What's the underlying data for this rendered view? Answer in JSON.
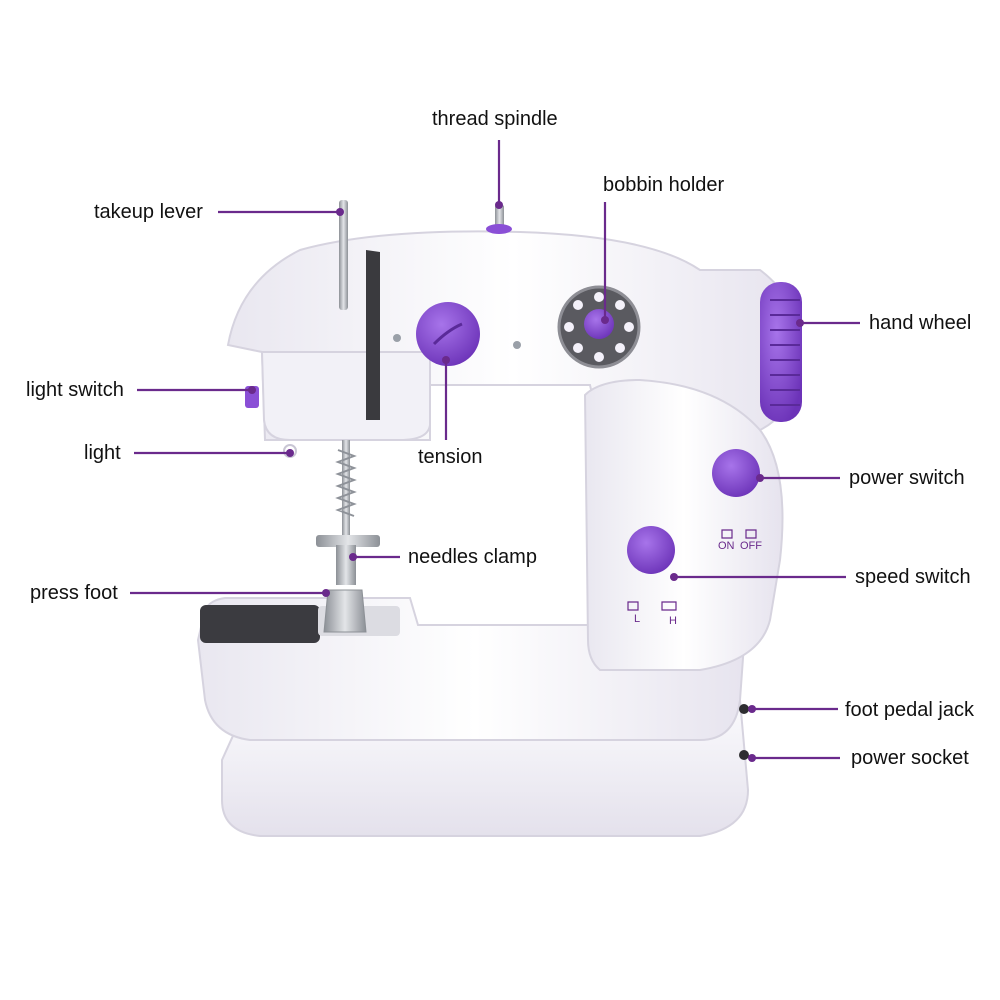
{
  "accent_color": "#6a2a8c",
  "machine_colors": {
    "body": "#f7f6fb",
    "shadow": "#dedbe8",
    "purple": "#8a4fd6",
    "purple_dark": "#6c33b8",
    "metal": "#b9bcc2",
    "dark": "#2d2d30"
  },
  "labels": {
    "thread_spindle": "thread spindle",
    "bobbin_holder": "bobbin holder",
    "takeup_lever": "takeup lever",
    "hand_wheel": "hand wheel",
    "light_switch": "light switch",
    "light": "light",
    "tension": "tension",
    "power_switch": "power switch",
    "needles_clamp": "needles clamp",
    "speed_switch": "speed switch",
    "press_foot": "press foot",
    "foot_pedal_jack": "foot pedal jack",
    "power_socket": "power socket"
  },
  "switch_markings": {
    "on": "ON",
    "off": "OFF",
    "low": "L",
    "high": "H"
  }
}
